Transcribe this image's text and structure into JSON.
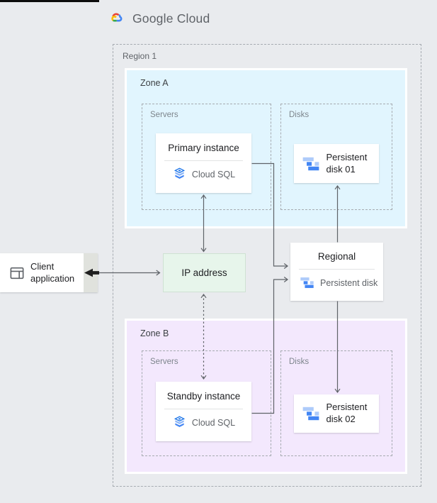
{
  "brand": {
    "name": "Google Cloud"
  },
  "region": {
    "label": "Region 1"
  },
  "zones": {
    "a": {
      "label": "Zone A",
      "servers_label": "Servers",
      "disks_label": "Disks",
      "instance": {
        "title": "Primary instance",
        "product": "Cloud SQL"
      },
      "disk": {
        "title": "Persistent disk 01"
      }
    },
    "b": {
      "label": "Zone B",
      "servers_label": "Servers",
      "disks_label": "Disks",
      "instance": {
        "title": "Standby instance",
        "product": "Cloud SQL"
      },
      "disk": {
        "title": "Persistent disk 02"
      }
    }
  },
  "ip_box": {
    "label": "IP address"
  },
  "regional_disk": {
    "title": "Regional",
    "product": "Persistent disk"
  },
  "client": {
    "label": "Client application"
  },
  "icons": {
    "logo": "google-cloud-logo",
    "client": "app-window-icon",
    "database": "cloud-sql-icon",
    "disk": "persistent-disk-icon"
  },
  "colors": {
    "page_bg": "#e9ebee",
    "zone_a_bg": "#e1f5fe",
    "zone_b_bg": "#f3e8fd",
    "ip_bg": "#e7f5eb",
    "card_bg": "#ffffff",
    "arrow": "#5f6368",
    "thick_arrow": "#1f1f1f",
    "disk_icon_light": "#aecbfa",
    "disk_icon_dark": "#4285f4",
    "logo_red": "#ea4335",
    "logo_blue": "#4285f4",
    "logo_green": "#34a853",
    "logo_yellow": "#fbbc05"
  },
  "connectors": [
    "client-application <-> ip-address",
    "primary-instance <-> ip-address",
    "ip-address <..> standby-instance (dotted)",
    "primary-instance -> regional-persistent-disk",
    "standby-instance -> regional-persistent-disk",
    "regional-persistent-disk -> persistent-disk-01",
    "regional-persistent-disk -> persistent-disk-02"
  ]
}
